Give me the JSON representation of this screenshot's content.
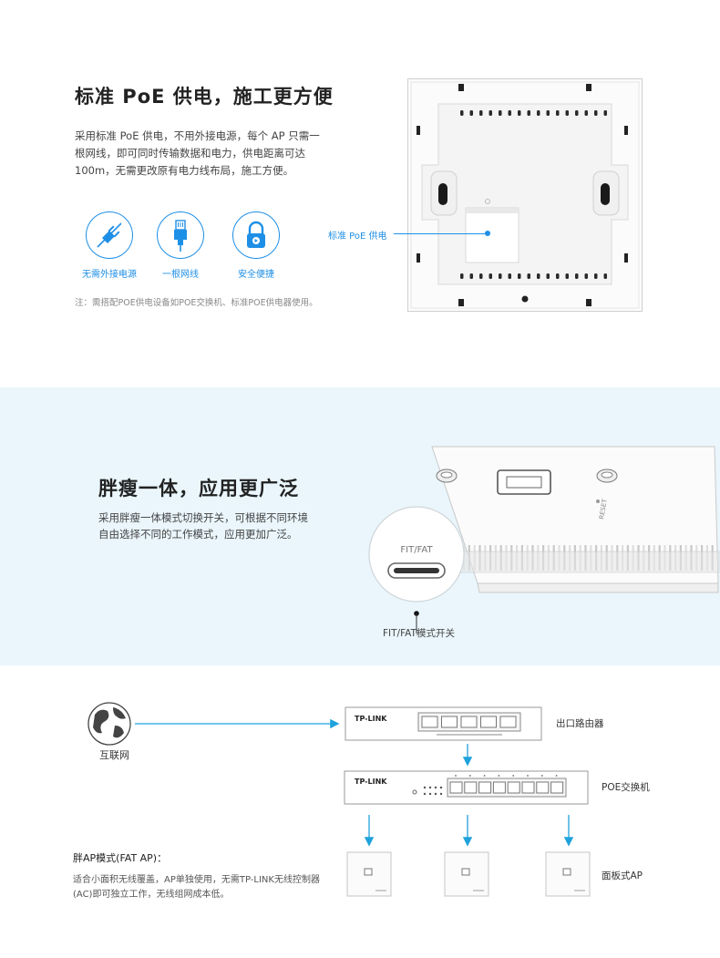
{
  "poe_section": {
    "title": "标准 PoE 供电，施工更方便",
    "description": "采用标准 PoE 供电，不用外接电源，每个 AP 只需一根网线，即可同时传输数据和电力，供电距离可达 100m，无需更改原有电力线布局，施工方便。",
    "features": [
      {
        "label": "无需外接电源",
        "icon": "no-power-plug-icon"
      },
      {
        "label": "一根网线",
        "icon": "ethernet-cable-icon"
      },
      {
        "label": "安全便捷",
        "icon": "padlock-icon"
      }
    ],
    "note": "注：需搭配POE供电设备如POE交换机、标准POE供电器使用。",
    "callout": "标准 PoE 供电",
    "accent_color": "#1e8fe6"
  },
  "mode_section": {
    "title": "胖瘦一体，应用更广泛",
    "description": "采用胖瘦一体模式切换开关，可根据不同环境自由选择不同的工作模式，应用更加广泛。",
    "switch_label": "FIT/FAT",
    "switch_caption": "FIT/FAT模式开关",
    "panel_port_label": "RESET",
    "background": "#eaf6fc"
  },
  "network_section": {
    "internet_label": "互联网",
    "router_brand": "TP-LINK",
    "router_label": "出口路由器",
    "switch_brand": "TP-LINK",
    "switch_label": "POE交换机",
    "ap_label": "面板式AP",
    "fat_title": "胖AP模式(FAT AP)：",
    "fat_description": "适合小面积无线覆盖，AP单独使用，无需TP-LINK无线控制器(AC)即可独立工作，无线组网成本低。"
  }
}
